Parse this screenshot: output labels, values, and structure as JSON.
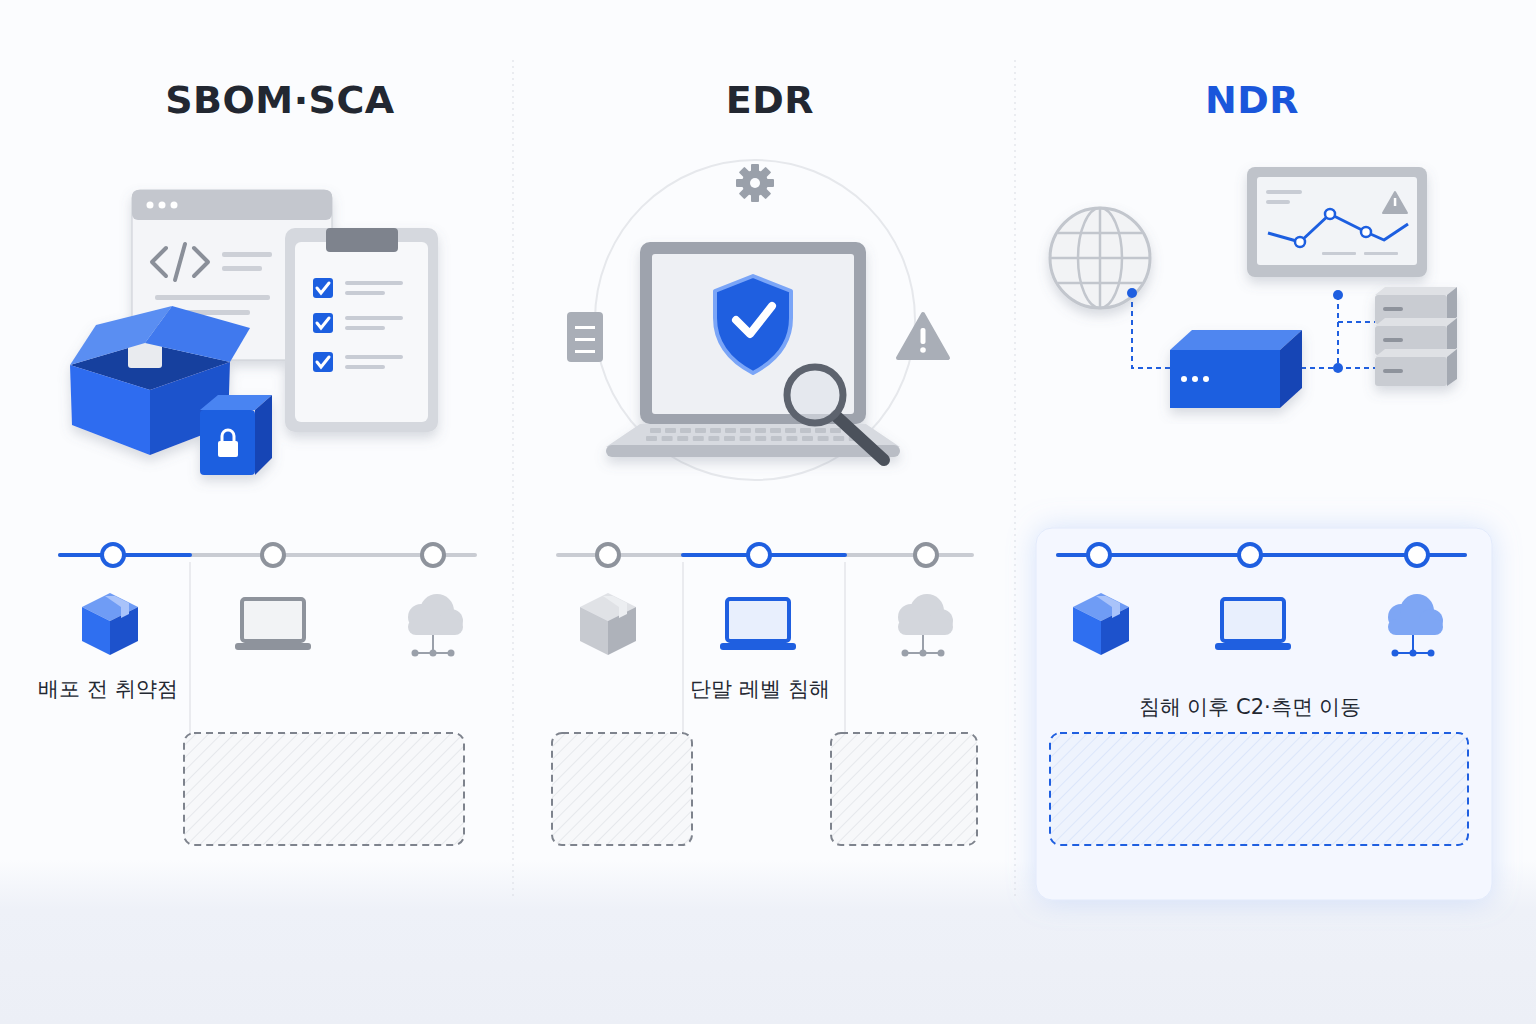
{
  "diagram": {
    "nodes": [
      {
        "text": [
          "SBOM·SCA",
          "배포 전 취약점"
        ]
      },
      {
        "text": [
          "EDR",
          "단말 레벨 침해"
        ]
      },
      {
        "text": [
          "NDR",
          "침해 이후 C2·측면 이동"
        ]
      }
    ]
  }
}
